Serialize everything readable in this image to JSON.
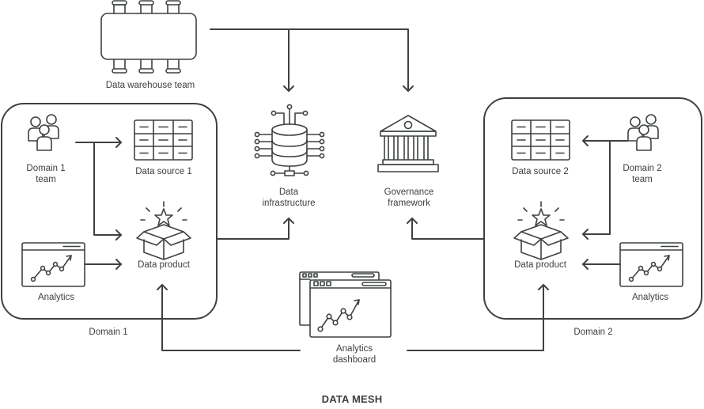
{
  "title": "DATA MESH",
  "colors": {
    "stroke": "#3d4241",
    "text": "#3b3f3e",
    "background": "#ffffff"
  },
  "central": {
    "warehouse_team": {
      "label": "Data warehouse team",
      "icon": "conference-table-icon"
    },
    "data_infrastructure": {
      "label_line1": "Data",
      "label_line2": "infrastructure",
      "icon": "database-network-icon"
    },
    "governance": {
      "label_line1": "Governance",
      "label_line2": "framework",
      "icon": "institution-building-icon"
    },
    "analytics_dashboard": {
      "label_line1": "Analytics",
      "label_line2": "dashboard",
      "icon": "dashboard-windows-icon"
    }
  },
  "domain1": {
    "label": "Domain 1",
    "team": {
      "label_line1": "Domain 1",
      "label_line2": "team",
      "icon": "people-group-icon"
    },
    "data_source": {
      "label": "Data source 1",
      "icon": "table-grid-icon"
    },
    "data_product": {
      "label": "Data product",
      "icon": "box-star-icon"
    },
    "analytics": {
      "label": "Analytics",
      "icon": "line-chart-window-icon"
    }
  },
  "domain2": {
    "label": "Domain 2",
    "team": {
      "label_line1": "Domain 2",
      "label_line2": "team",
      "icon": "people-group-icon"
    },
    "data_source": {
      "label": "Data source 2",
      "icon": "table-grid-icon"
    },
    "data_product": {
      "label": "Data product",
      "icon": "box-star-icon"
    },
    "analytics": {
      "label": "Analytics",
      "icon": "line-chart-window-icon"
    }
  }
}
